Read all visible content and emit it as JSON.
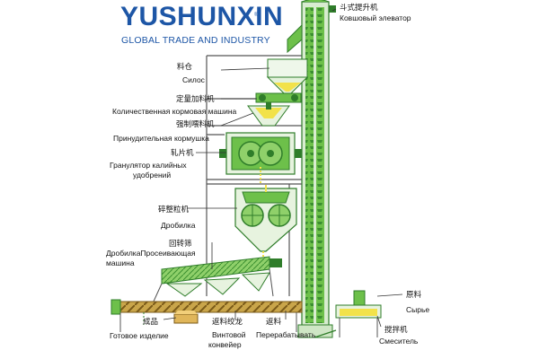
{
  "brand": {
    "name": "YUSHUNXIN",
    "tagline": "GLOBAL TRADE AND INDUSTRY",
    "reg_mark": "®",
    "color": "#1d56a6"
  },
  "colors": {
    "machine_green": "#6dc04a",
    "machine_dark": "#2f7d2a",
    "frame": "#555555",
    "belt_fill": "#c9a54a"
  },
  "labels": {
    "elevator": {
      "cn": "斗式提升机",
      "ru": "Ковшовый элеватор"
    },
    "silo": {
      "cn": "料仓",
      "ru": "Силос"
    },
    "quant_feeder": {
      "cn": "定量加料机",
      "ru": "Количественная кормовая машина"
    },
    "force_feeder": {
      "cn": "强制喂料机",
      "ru": "Принудительная кормушка"
    },
    "granulator": {
      "cn": "轧片机",
      "ru_line1": "Гранулятор калийных",
      "ru_line2": "удобрений"
    },
    "crusher": {
      "cn": "碎整粒机",
      "ru": "Дробилка"
    },
    "screen": {
      "cn": "回转筛",
      "ru_line1": "ДробилкаПросеивающая",
      "ru_line2": "машина"
    },
    "product": {
      "cn": "成品",
      "ru": "Готовое изделие"
    },
    "screw": {
      "cn": "返料绞龙",
      "ru_line1": "Винтовой",
      "ru_line2": "конвейер"
    },
    "return": {
      "cn": "返料",
      "ru": "Перерабатывать"
    },
    "raw": {
      "cn": "原料",
      "ru": "Сырье"
    },
    "mixer": {
      "cn": "搅拌机",
      "ru": "Смеситель"
    }
  }
}
